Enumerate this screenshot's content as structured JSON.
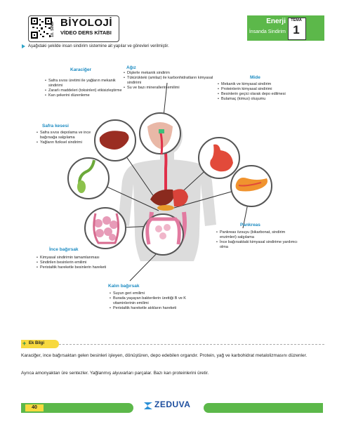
{
  "header": {
    "grade": "10. SINIF",
    "book_title": "BİYOLOJİ",
    "book_subtitle": "VİDEO DERS KİTABI",
    "topic": "Enerji",
    "subtopic": "İnsanda Sindirim",
    "tema_label": "TEMA",
    "tema_number": "1"
  },
  "intro": "Aşağıdaki şekilde insan sindirim sistemine ait yapılar ve görevleri verilmiştir.",
  "organs": {
    "karaciger": {
      "title": "Karaciğer",
      "items": [
        "Safra sıvısı üretimi ile yağların mekanik sindirimi",
        "Zararlı maddeleri (toksinleri) etkisizleştirme",
        "Kan şekerini düzenleme"
      ]
    },
    "agiz": {
      "title": "Ağız",
      "items": [
        "Dişlerle mekanik sindirim",
        "Tükürükteki (amilaz) ile karbonhidratların kimyasal sindirimi",
        "Su ve bazı minerallerin emilimi"
      ]
    },
    "mide": {
      "title": "Mide",
      "items": [
        "Mekanik ve kimyasal sindirim",
        "Proteinlerin kimyasal sindirimi",
        "Besinlerin geçici olarak depo edilmesi",
        "Bulamaç (kimus) oluşumu"
      ]
    },
    "safra": {
      "title": "Safra kesesi",
      "items": [
        "Safra sıvısı depolama ve ince bağırsağa salgılama",
        "Yağların fiziksel sindirimi"
      ]
    },
    "pankreas": {
      "title": "Pankreas",
      "items": [
        "Pankreas özsuyu (bikarbonat, sindirim enzimleri) salgılama",
        "İnce bağırsaktaki kimyasal sindirime yardımcı olma"
      ]
    },
    "ince": {
      "title": "İnce bağırsak",
      "items": [
        "Kimyasal sindirimin tamamlanması",
        "Sindirilen besinlerin emilimi",
        "Peristaltik hareketle besinlerin hareketi"
      ]
    },
    "kalin": {
      "title": "Kalın bağırsak",
      "items": [
        "Suyun geri emilimi",
        "Burada yaşayan bakterilerin ürettiği B ve K vitaminlerinin emilimi",
        "Peristaltik hareketle atıkların hareketi"
      ]
    }
  },
  "ek_bilgi": {
    "label": "Ek Bilgi",
    "p1": "Karaciğer, ince bağırsaktan gelen besinleri işleyen, dönüştüren, depo edebilen organdır. Protein, yağ ve karbohidrat metalolizmasını düzenler.",
    "p2": "Ayrıca amonyaktan üre sentezler. Yağlanmış alyuvarları parçalar. Bazı kan proteinlerini üretir."
  },
  "footer": {
    "page": "40",
    "brand": "ZEDUVA"
  },
  "colors": {
    "accent_green": "#5cb84a",
    "title_blue": "#1c8bc2",
    "yellow": "#f7d93f",
    "logo_blue": "#1d4e9e"
  }
}
